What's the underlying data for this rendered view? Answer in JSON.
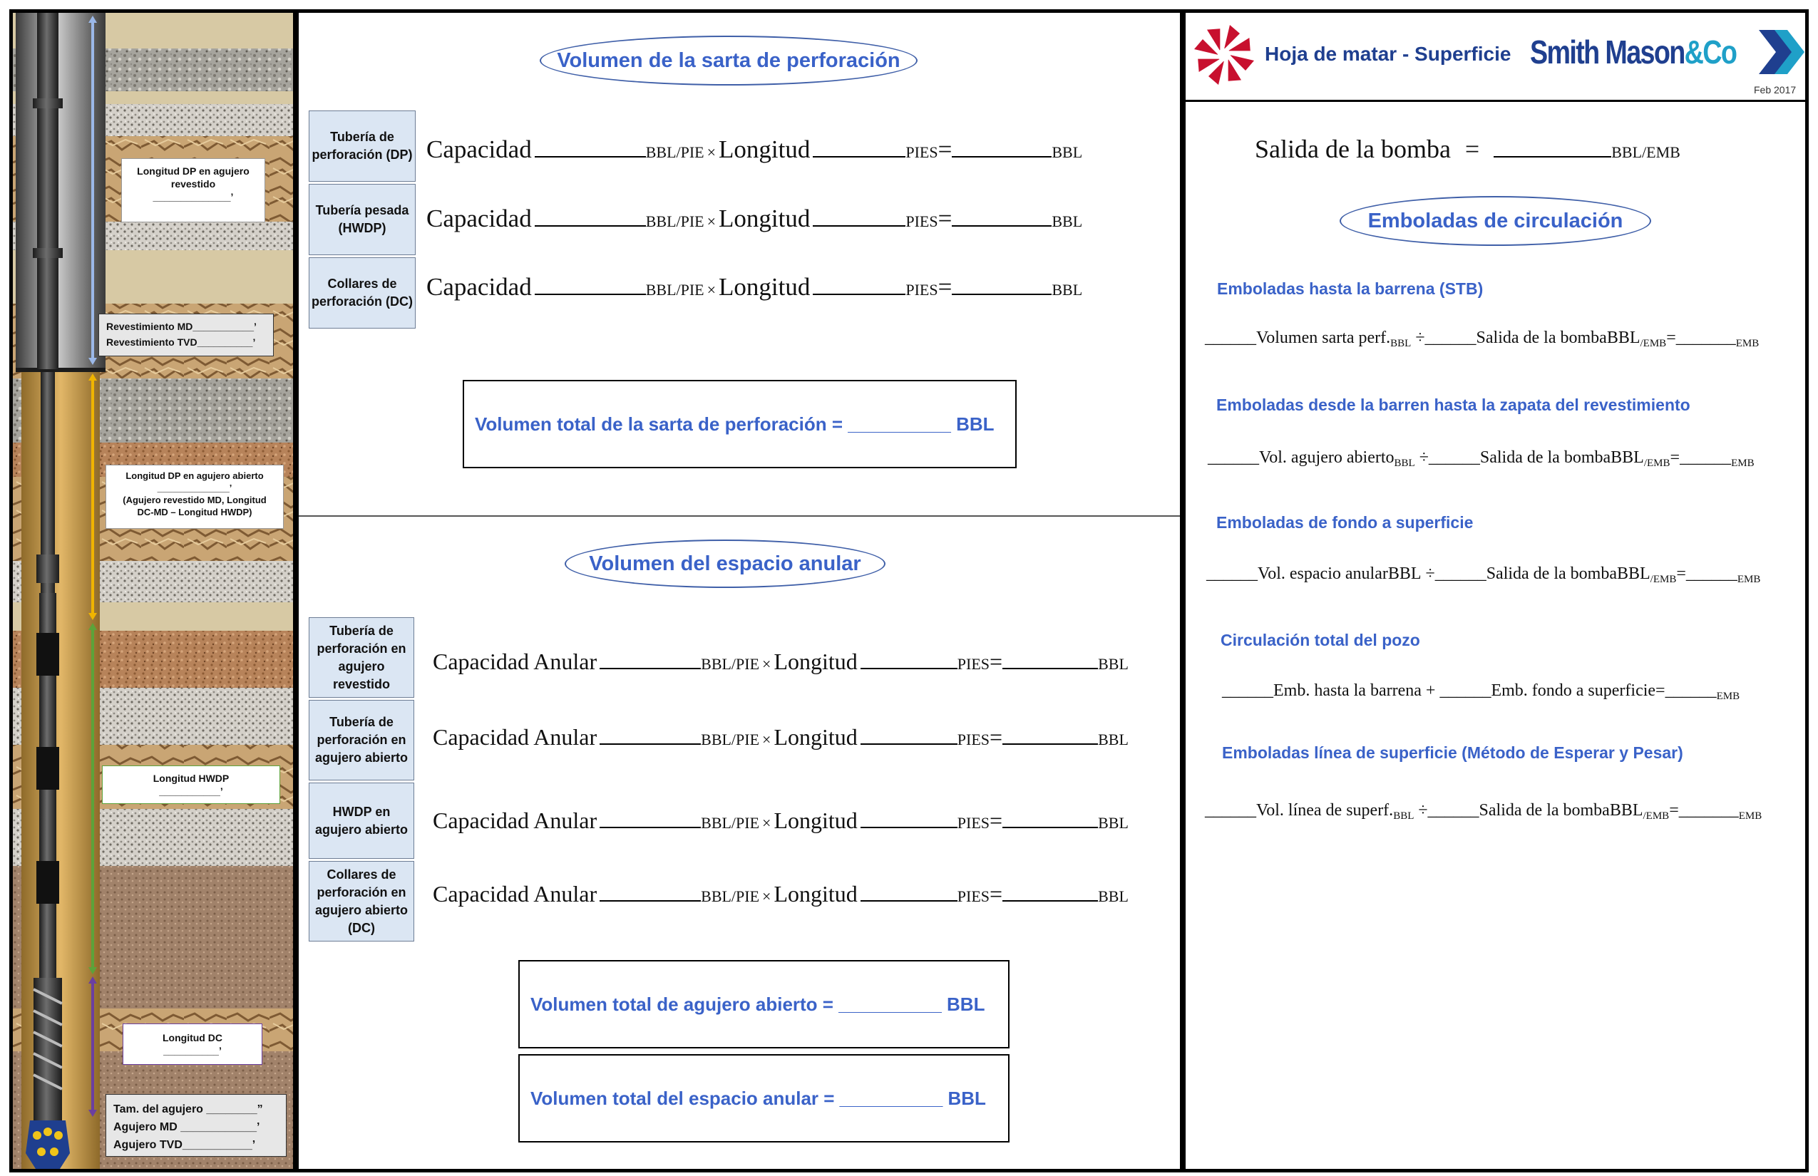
{
  "colors": {
    "accent_blue": "#3a62c8",
    "label_bg": "#dbe6f3",
    "logo_red": "#c8102e",
    "logo_navy": "#1f3f8f",
    "logo_teal": "#1fa0c8"
  },
  "well": {
    "dp_cased_label": "Longitud DP en agujero revestido",
    "dp_cased_blank": "______________’",
    "casing_md": "Revestimiento MD___________’",
    "casing_tvd": "Revestimiento TVD__________’",
    "dp_open_label": "Longitud DP en agujero abierto",
    "dp_open_blank": "______________’",
    "dp_open_note": "(Agujero revestido MD, Longitud DC-MD – Longitud HWDP)",
    "hwdp_label": "Longitud HWDP",
    "hwdp_blank": "___________’",
    "dc_label": "Longitud DC",
    "dc_blank": "__________’",
    "hole_size": "Tam. del agujero ________”",
    "hole_md": "Agujero MD ____________’",
    "hole_tvd": "Agujero TVD___________’"
  },
  "string_volume": {
    "title": "Volumen de la sarta de perforación",
    "rows": [
      {
        "label": "Tubería de perforación (DP)"
      },
      {
        "label": "Tubería pesada (HWDP)"
      },
      {
        "label": "Collares de perforación (DC)"
      }
    ],
    "cap_word": "Capacidad",
    "unit_bblpie": "BBL/PIE",
    "times": "×",
    "len_word": "Longitud",
    "unit_pies": "PIES",
    "equals": "=",
    "unit_bbl": "BBL",
    "total": "Volumen total de la sarta de perforación  = __________ BBL"
  },
  "annular_volume": {
    "title": "Volumen del espacio anular",
    "rows": [
      {
        "label": "Tubería de perforación en agujero revestido"
      },
      {
        "label": "Tubería de perforación en agujero abierto"
      },
      {
        "label": "HWDP en agujero abierto"
      },
      {
        "label": "Collares de perforación en agujero abierto (DC)"
      }
    ],
    "cap_word": "Capacidad Anular",
    "total_open": "Volumen total de agujero abierto = __________ BBL",
    "total_annular": "Volumen total del espacio anular = __________ BBL"
  },
  "header": {
    "title": "Hoja de matar - Superficie",
    "brand": "Smith Mason",
    "brand_amp": "&Co",
    "date": "Feb 2017"
  },
  "pump": {
    "label": "Salida de la bomba",
    "equals": "=",
    "unit": "BBL/EMB"
  },
  "circulation": {
    "title": "Emboladas de circulación",
    "sections": [
      {
        "heading": "Emboladas hasta la barrena (STB)",
        "pre": "______Volumen sarta perf.",
        "sub1": "BBL",
        "op": "÷______",
        "mid": "Salida de la bombaBBL",
        "sub2": "/EMB",
        "post": "=_______",
        "sub3": "EMB"
      },
      {
        "heading": "Emboladas desde la barren hasta la zapata del revestimiento",
        "pre": "______Vol. agujero abierto",
        "sub1": "BBL",
        "op": "÷______",
        "mid": "Salida de la bombaBBL",
        "sub2": "/EMB",
        "post": "=______",
        "sub3": "EMB"
      },
      {
        "heading": "Emboladas de fondo a superficie",
        "pre": "______Vol. espacio anularBBL",
        "sub1": "",
        "op": "÷______",
        "mid": "Salida de la bombaBBL",
        "sub2": "/EMB",
        "post": "=______",
        "sub3": "EMB"
      },
      {
        "heading": "Circulación total del pozo",
        "pre": "______Emb. hasta la barrena",
        "sub1": "",
        "op": "+ ______",
        "mid": "Emb.  fondo a superficie",
        "sub2": "",
        "post": "=______",
        "sub3": "EMB"
      },
      {
        "heading": "Emboladas línea de superficie (Método de Esperar y Pesar)",
        "pre": "______Vol. línea de superf.",
        "sub1": "BBL",
        "op": "÷______",
        "mid": "Salida de la bombaBBL",
        "sub2": "/EMB",
        "post": "=_______",
        "sub3": "EMB"
      }
    ]
  }
}
